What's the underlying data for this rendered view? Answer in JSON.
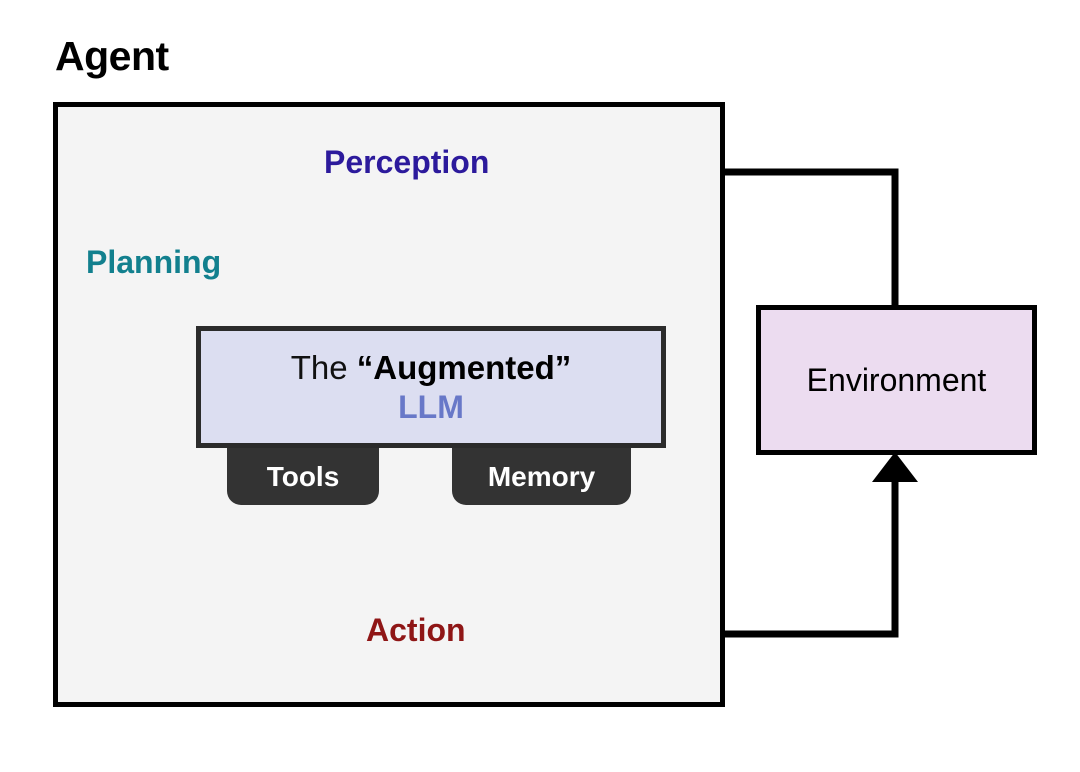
{
  "diagram": {
    "title": "Agent",
    "nodes": {
      "perception": "Perception",
      "planning": "Planning",
      "action": "Action",
      "environment": "Environment"
    },
    "llm": {
      "line1_prefix": "The ",
      "line1_quoted": "“Augmented”",
      "line2": "LLM"
    },
    "capabilities": [
      {
        "label": "Tools"
      },
      {
        "label": "Memory"
      }
    ],
    "colors": {
      "perception": "#2c1a9c",
      "planning": "#12808e",
      "action": "#8f1616",
      "llm_text": "#6878c8",
      "llm_fill": "#dcdef1",
      "environment_fill": "#ecdcf0",
      "agent_fill": "#f4f4f4",
      "tab_fill": "#333333",
      "stroke": "#000000"
    },
    "edges": [
      {
        "name": "environment-to-perception",
        "from": "Environment",
        "to": "Perception"
      },
      {
        "name": "perception-to-llm",
        "from": "Perception",
        "to": "LLM"
      },
      {
        "name": "llm-self-loop",
        "from": "LLM",
        "to": "LLM",
        "label": "Planning"
      },
      {
        "name": "llm-to-action",
        "from": "LLM",
        "to": "Action"
      },
      {
        "name": "action-to-environment",
        "from": "Action",
        "to": "Environment"
      }
    ]
  }
}
